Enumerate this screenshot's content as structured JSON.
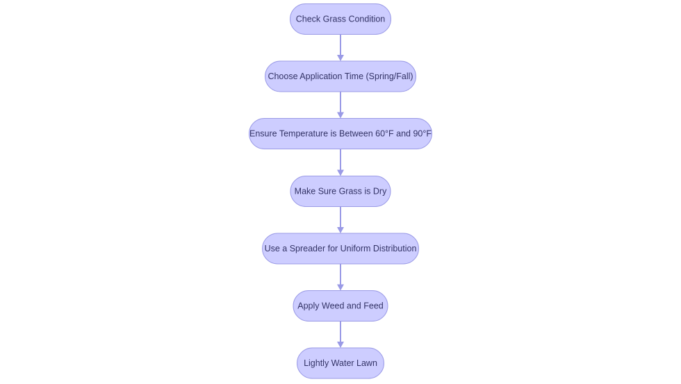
{
  "colors": {
    "node_fill": "#cdcdff",
    "node_stroke": "#9a9ae6",
    "edge": "#9a9ae6",
    "label": "#333366"
  },
  "flowchart": {
    "nodes": [
      {
        "id": "check-grass",
        "label": "Check Grass Condition"
      },
      {
        "id": "choose-time",
        "label": "Choose Application Time (Spring/Fall)"
      },
      {
        "id": "ensure-temp",
        "label": "Ensure Temperature is Between 60°F and 90°F"
      },
      {
        "id": "grass-dry",
        "label": "Make Sure Grass is Dry"
      },
      {
        "id": "use-spreader",
        "label": "Use a Spreader for Uniform Distribution"
      },
      {
        "id": "apply-weed-feed",
        "label": "Apply Weed and Feed"
      },
      {
        "id": "water-lawn",
        "label": "Lightly Water Lawn"
      }
    ],
    "edges": [
      {
        "from": "check-grass",
        "to": "choose-time"
      },
      {
        "from": "choose-time",
        "to": "ensure-temp"
      },
      {
        "from": "ensure-temp",
        "to": "grass-dry"
      },
      {
        "from": "grass-dry",
        "to": "use-spreader"
      },
      {
        "from": "use-spreader",
        "to": "apply-weed-feed"
      },
      {
        "from": "apply-weed-feed",
        "to": "water-lawn"
      }
    ]
  }
}
